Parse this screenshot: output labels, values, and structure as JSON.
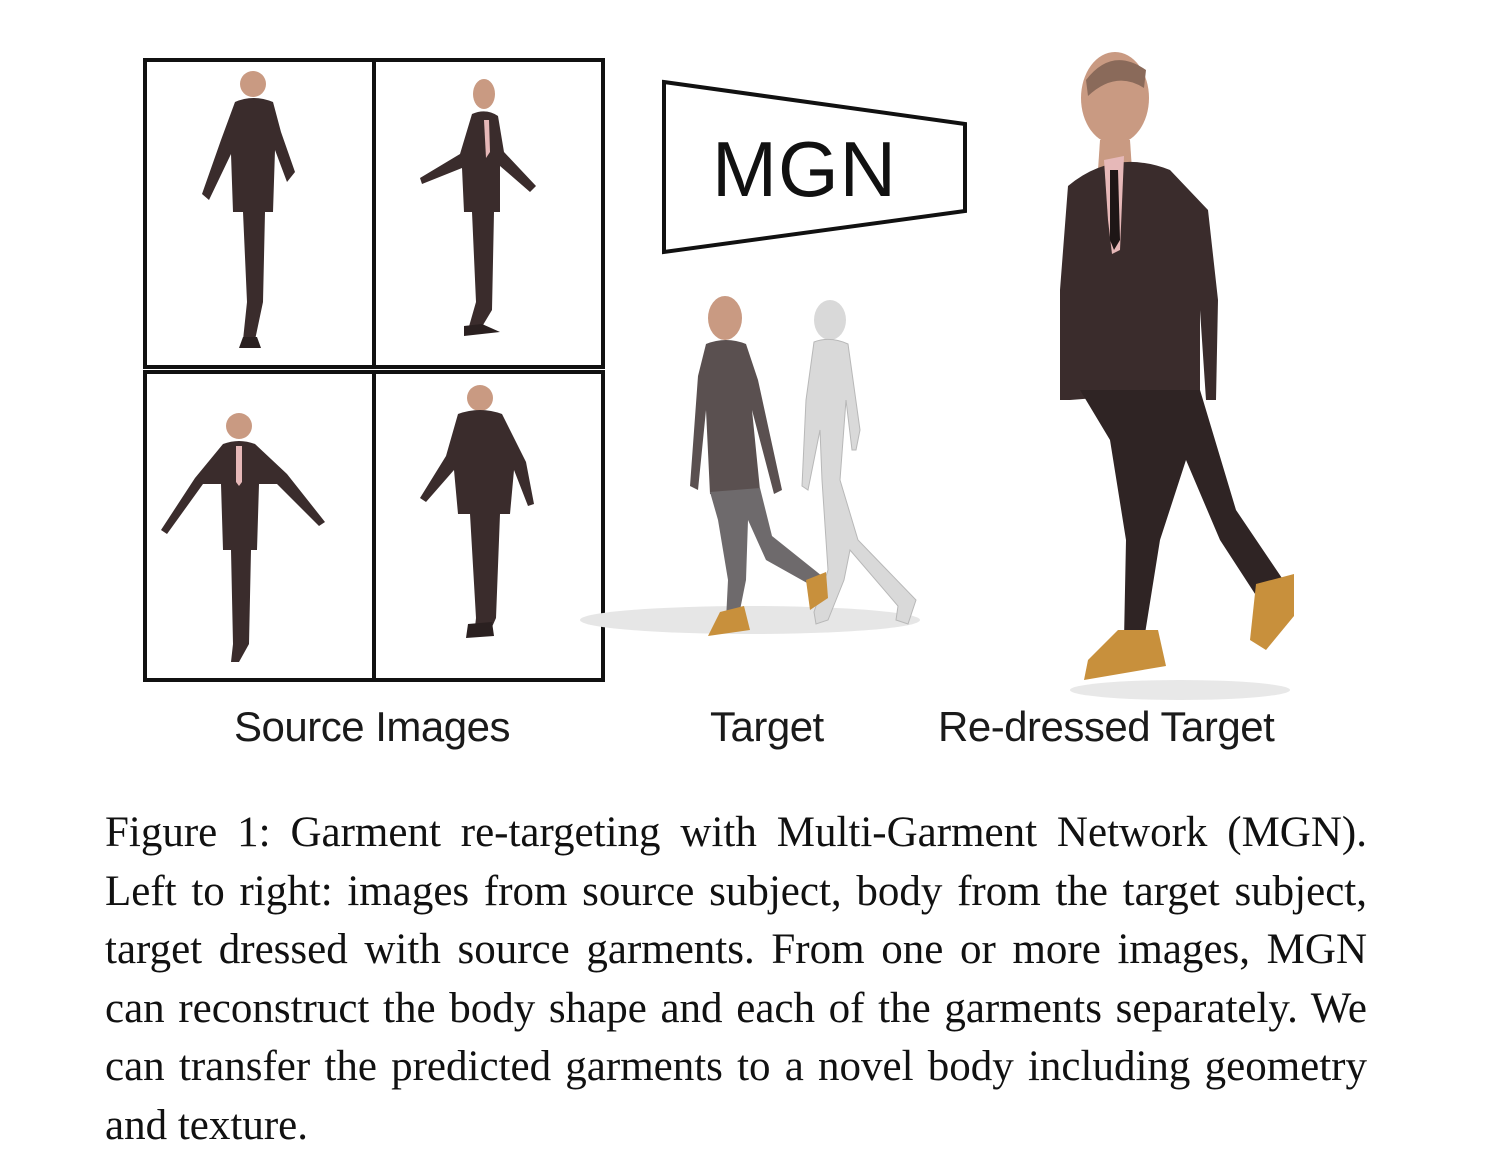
{
  "figure": {
    "source_label": "Source Images",
    "target_label": "Target",
    "redressed_label": "Re-dressed Target",
    "network_label": "MGN",
    "colors": {
      "suit": "#3a2c2c",
      "skin": "#c99a82",
      "shirt_target": "#5a5050",
      "jeans": "#6e6a6c",
      "boots": "#c8903c",
      "body_mesh": "#d9d9d9",
      "frame": "#111111"
    }
  },
  "caption": {
    "text": "Figure 1:  Garment re-targeting with Multi-Garment Network (MGN). Left to right: images from source subject, body from the target subject, target dressed with source garments.  From one or more images, MGN can reconstruct the body shape and each of the garments separately. We can transfer the predicted garments to a novel body including geometry and texture."
  }
}
